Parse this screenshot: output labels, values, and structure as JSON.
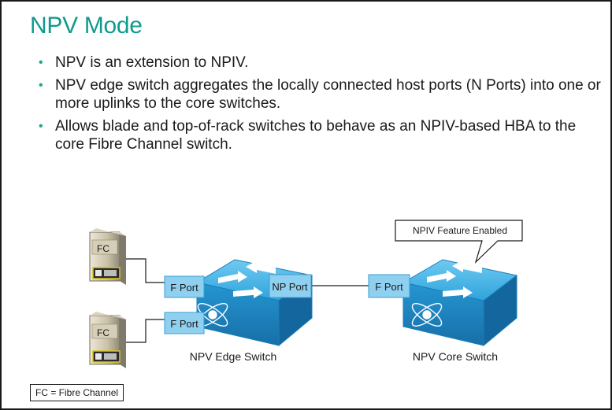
{
  "slide": {
    "title": "NPV Mode",
    "bullets": [
      "NPV is an extension to NPIV.",
      "NPV edge switch aggregates the locally connected host ports (N Ports) into one or more uplinks to the core switches.",
      "Allows blade and top-of-rack switches to behave as an NPIV-based HBA to the core Fibre Channel switch."
    ]
  },
  "diagram": {
    "hosts": [
      {
        "label": "FC"
      },
      {
        "label": "FC"
      }
    ],
    "edge_switch": {
      "caption": "NPV Edge Switch",
      "ports": {
        "f_port_1": "F Port",
        "f_port_2": "F Port",
        "np_port": "NP Port"
      }
    },
    "core_switch": {
      "caption": "NPV Core Switch",
      "ports": {
        "f_port": "F Port"
      },
      "callout": "NPIV Feature Enabled"
    },
    "legend": "FC = Fibre Channel"
  },
  "colors": {
    "title": "#0f9a8e",
    "bullet": "#1aa38f",
    "switch_top": "#3fb2e6",
    "switch_side": "#1b86c2",
    "port_fill": "#8fd0f0",
    "server_body": "#c8c1a8"
  }
}
